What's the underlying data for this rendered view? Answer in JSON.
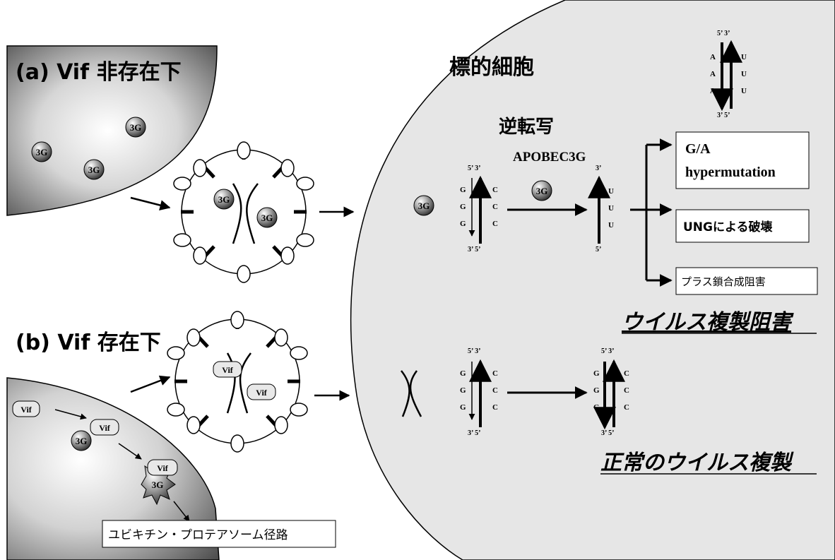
{
  "target_cell_label": "標的細胞",
  "panel_a": {
    "title": "(a) Vif 非存在下",
    "protein": "3G"
  },
  "panel_b": {
    "title": "(b) Vif 存在下",
    "protein": "3G",
    "vif": "Vif"
  },
  "rt": {
    "heading": "逆転写",
    "enzyme": "APOBEC3G"
  },
  "ends": {
    "five_three": "5’ 3’",
    "three_five": "3’ 5’",
    "three": "3’",
    "five": "5’"
  },
  "bases": {
    "g": "G",
    "c": "C",
    "u": "U",
    "a": "A"
  },
  "outcomes": {
    "hypermutation_1": "G/A",
    "hypermutation_2": "hypermutation",
    "ung": "UNGによる破壊",
    "plus_strand": "プラス鎖合成阻害"
  },
  "ubiquitin_pathway": "ユビキチン・プロテアソーム径路",
  "result_inhibition": "ウイルス複製阻害",
  "result_normal": "正常のウイルス複製",
  "colors": {
    "cell": "#e6e6e6",
    "producer_dark": "#5a5a5a",
    "ink": "#000000"
  }
}
